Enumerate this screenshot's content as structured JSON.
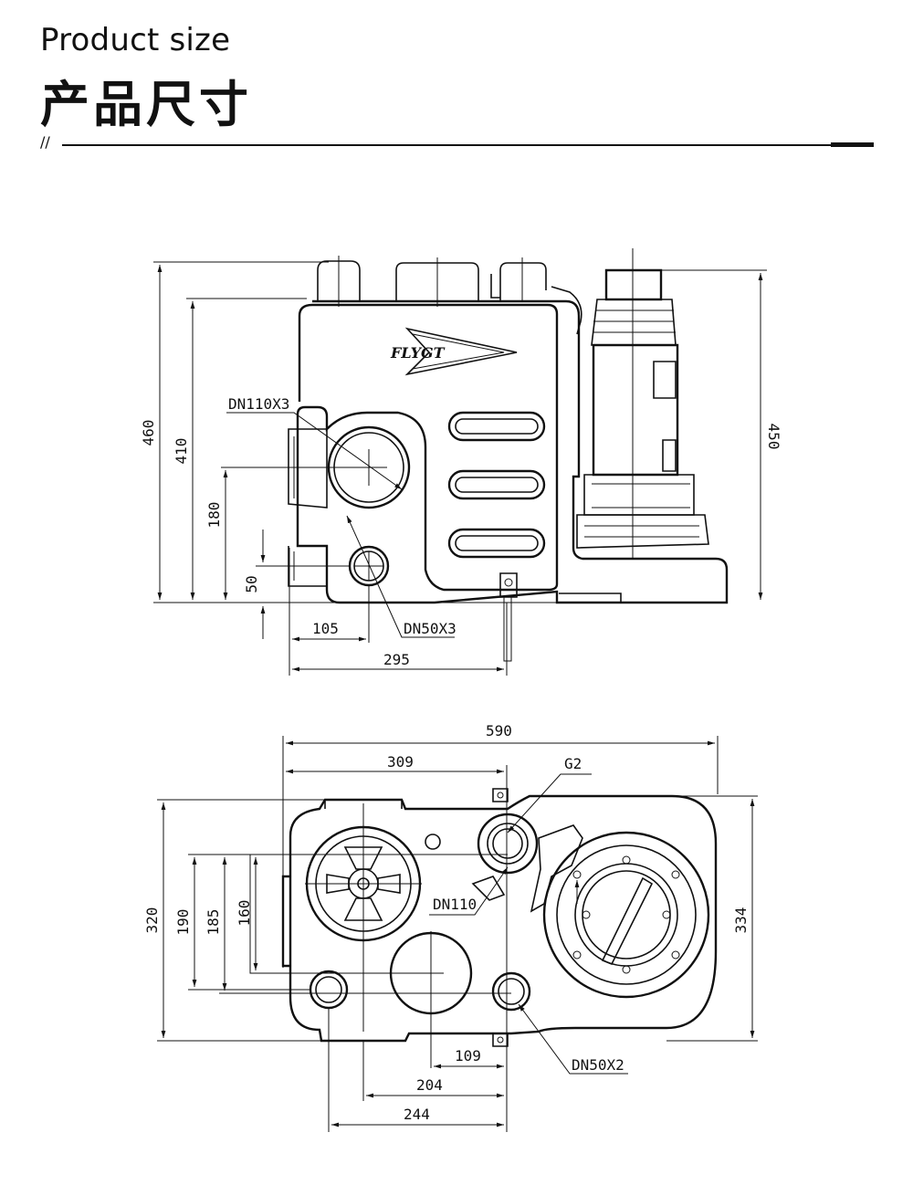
{
  "header": {
    "title_en": "Product size",
    "title_cn": "产品尺寸",
    "divider_mark": "//"
  },
  "brand": {
    "logo_text": "FLYGT"
  },
  "side_view": {
    "dims": {
      "h_total": "460",
      "h_body": "410",
      "h_inlet": "180",
      "h_small": "50",
      "h_right": "450",
      "w_small": "105",
      "w_total": "295"
    },
    "labels": {
      "inlet": "DN110X3",
      "small_inlet": "DN50X3"
    }
  },
  "top_view": {
    "dims": {
      "w_total": "590",
      "w_half": "309",
      "h_total": "320",
      "h_190": "190",
      "h_185": "185",
      "h_160": "160",
      "h_right": "334",
      "w_109": "109",
      "w_204": "204",
      "w_244": "244"
    },
    "labels": {
      "g2": "G2",
      "dn110": "DN110",
      "dn50": "DN50X2"
    }
  }
}
